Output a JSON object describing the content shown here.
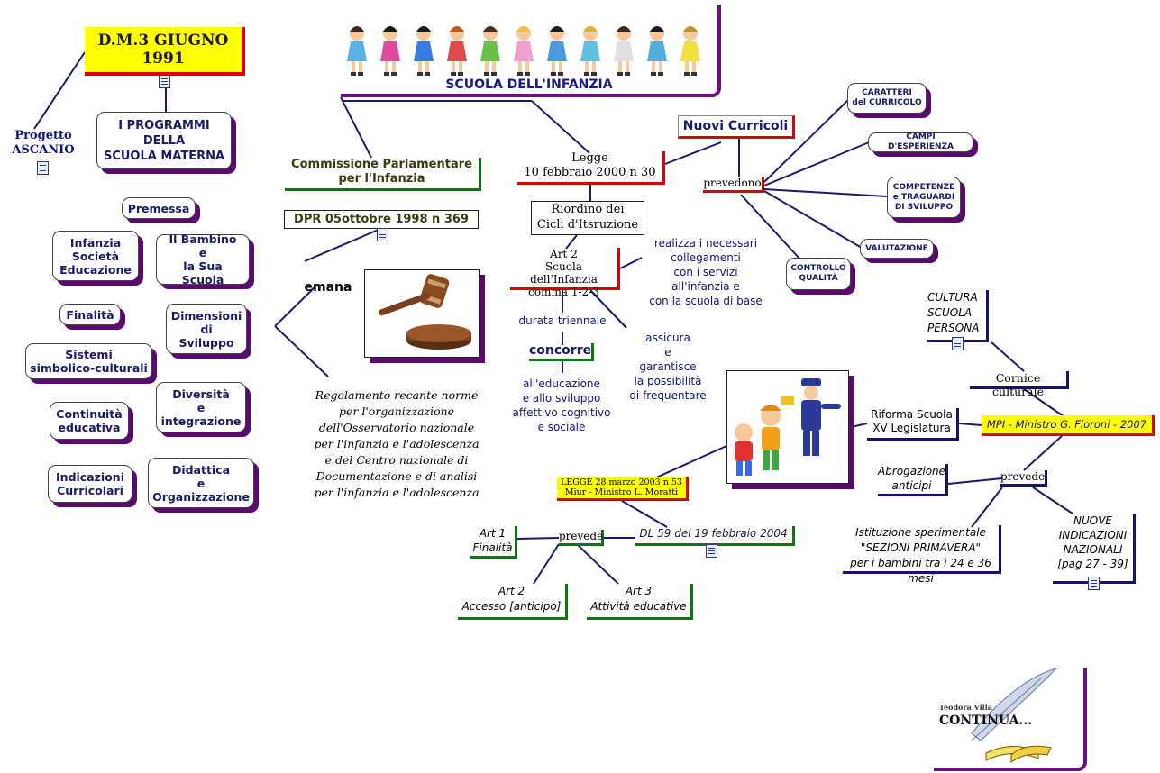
{
  "header": {
    "dm": "D.M.3 GIUGNO 1991",
    "banner": "SCUOLA DELL'INFANZIA",
    "progetto": "Progetto\nASCANIO",
    "programmi": "I PROGRAMMI\nDELLA\nSCUOLA MATERNA"
  },
  "left_topics": {
    "premessa": "Premessa",
    "infanzia": "Infanzia\nSocietà\nEducazione",
    "bambino": "Il Bambino\ne\nla Sua Scuola",
    "finalita": "Finalità",
    "dimensioni": "Dimensioni\ndi\nSviluppo",
    "sistemi": "Sistemi\nsimbolico-culturali",
    "diversita": "Diversità\ne\nintegrazione",
    "continuita": "Continuità\neducativa",
    "indicazioni": "Indicazioni\nCurricolari",
    "didattica": "Didattica\ne\nOrganizzazione"
  },
  "commissione": {
    "title": "Commissione Parlamentare\nper l'Infanzia",
    "dpr": "DPR 05ottobre 1998 n 369",
    "emana": "emana",
    "regolamento": "Regolamento recante norme\nper l'organizzazione\ndell'Osservatorio nazionale\nper l'infanzia e l'adolescenza\ne del Centro nazionale di\nDocumentazione  e di analisi\nper l'infanzia e l'adolescenza"
  },
  "legge2000": {
    "title": "Legge\n10 febbraio 2000 n 30",
    "riordino": "Riordino dei\nCicli d'Itsruzione",
    "art2": "Art 2\nScuola dell'Infanzia\ncomma 1-2-3",
    "durata": "durata triennale",
    "concorre": "concorre",
    "educazione": "all'educazione\ne allo sviluppo\naffettivo cognitivo\ne sociale",
    "assicura": "assicura\ne\ngarantisce\nla possibilità\ndi frequentare",
    "realizza": "realizza i necessari\ncollegamenti\ncon i servizi\nall'infanzia e\ncon la scuola di base"
  },
  "curricoli": {
    "title": "Nuovi Curricoli",
    "prevedono": "prevedono",
    "caratteri": "CARATTERI\ndel CURRICOLO",
    "campi": "CAMPI D'ESPERIENZA",
    "competenze": "COMPETENZE\ne TRAGUARDI\nDI SVILUPPO",
    "valutazione": "VALUTAZIONE",
    "controllo": "CONTROLLO\nQUALITÀ"
  },
  "moratti": {
    "legge": "LEGGE 28 marzo 2003 n 53\nMiur - Ministro L. Moratti",
    "dl": "DL 59 del 19 febbraio 2004",
    "prevede": "prevede",
    "art1": "Art 1\nFinalità",
    "art2": "Art 2\nAccesso [anticipo]",
    "art3": "Art 3\nAttività educative"
  },
  "fioroni": {
    "cultura": "CULTURA\nSCUOLA\nPERSONA",
    "cornice": "Cornice culturale",
    "riforma": "Riforma Scuola\nXV Legislatura",
    "mpi": "MPI - Ministro G. Fioroni - 2007",
    "prevede": "prevede",
    "abrogazione": "Abrogazione\nanticipi",
    "istituzione": "Istituzione sperimentale\n\"SEZIONI PRIMAVERA\"\nper i bambini tra i 24 e 36 mesi",
    "nuove": "NUOVE\nINDICAZIONI\nNAZIONALI\n[pag 27 - 39]"
  },
  "footer": {
    "author": "Teodora Villa",
    "continua": "CONTINUA..."
  },
  "colors": {
    "line": "#1a1a6e",
    "shadow": "#5a0a6e",
    "red": "#e00000",
    "green": "#0a7a0a",
    "yellow": "#ffff00"
  }
}
